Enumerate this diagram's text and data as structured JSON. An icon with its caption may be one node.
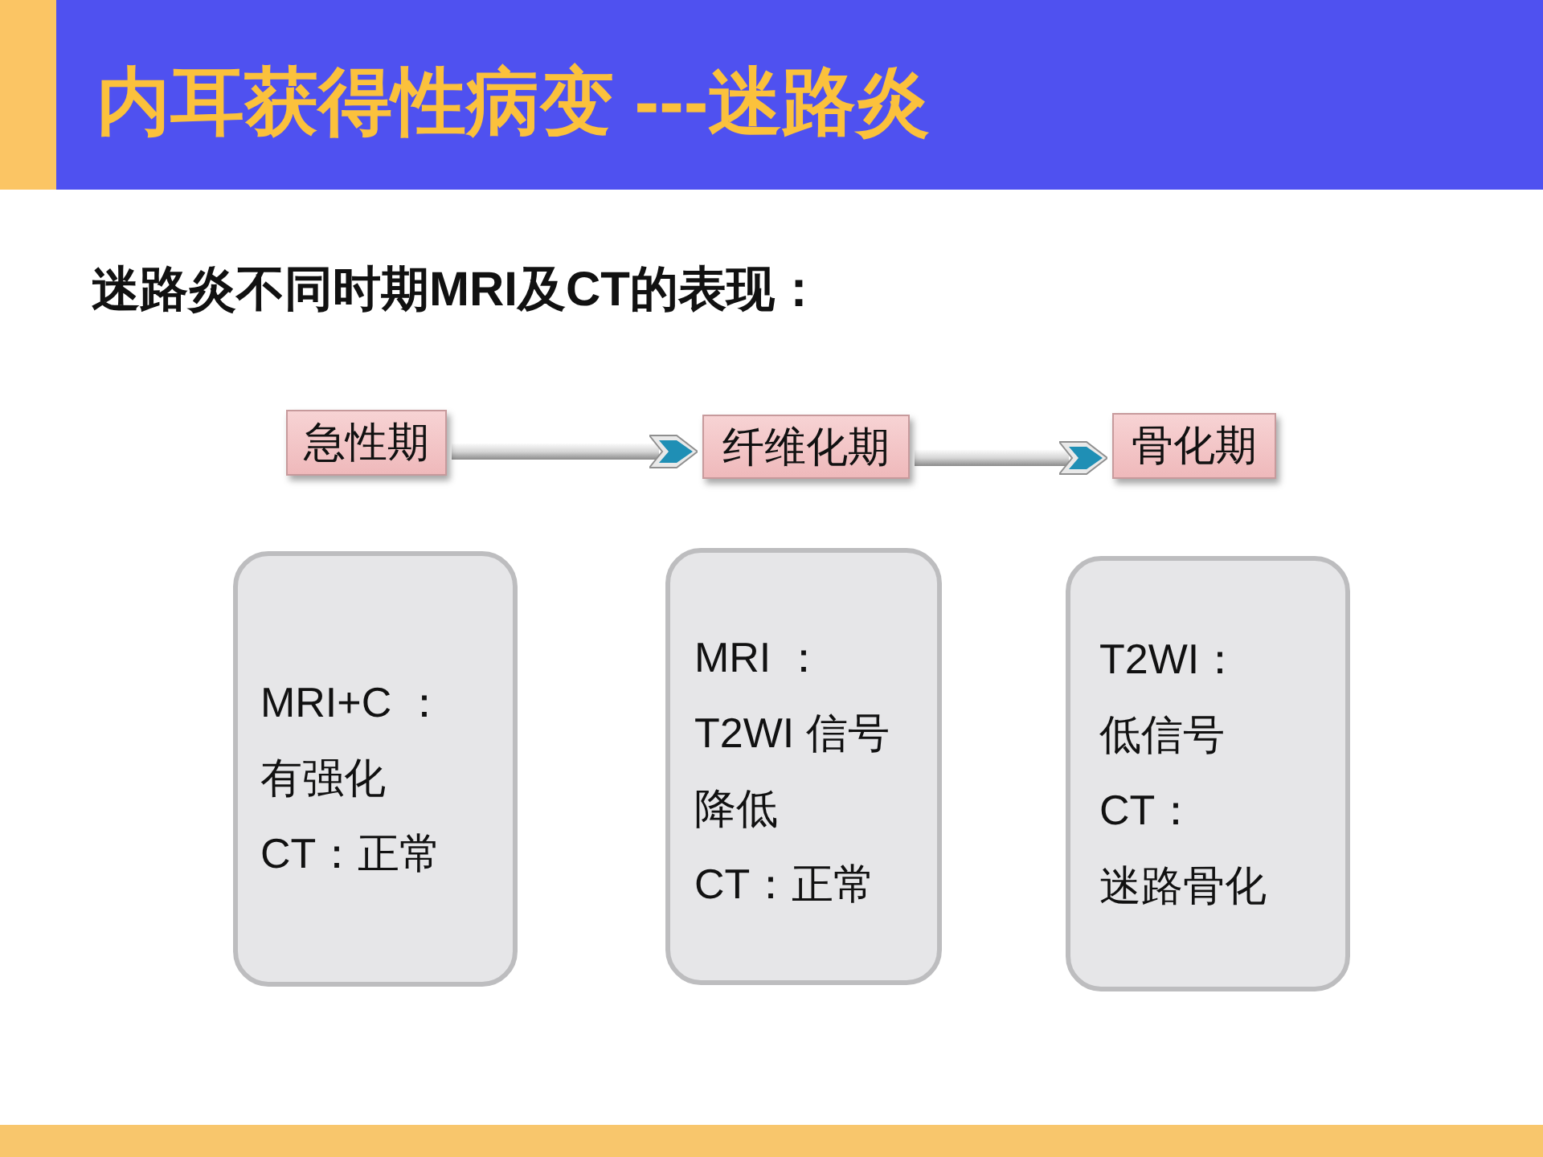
{
  "diagram": {
    "title": "内耳获得性病变 ---迷路炎",
    "nodes": [
      {
        "text": [
          "急性期"
        ]
      },
      {
        "text": [
          "纤维化期"
        ]
      },
      {
        "text": [
          "骨化期"
        ]
      },
      {
        "text": [
          "MRI+C ：",
          "有强化",
          "CT：正常"
        ]
      },
      {
        "text": [
          "MRI ：",
          "T2WI 信号降低",
          "CT：正常"
        ]
      },
      {
        "text": [
          "T2WI：",
          "低信号",
          "CT：",
          "迷路骨化"
        ]
      }
    ],
    "edges": [
      {
        "from": 0,
        "to": 1,
        "arrow": "to"
      },
      {
        "from": 1,
        "to": 2,
        "arrow": "to"
      }
    ],
    "labels": [
      "迷路炎不同时期MRI及CT的表现："
    ]
  }
}
